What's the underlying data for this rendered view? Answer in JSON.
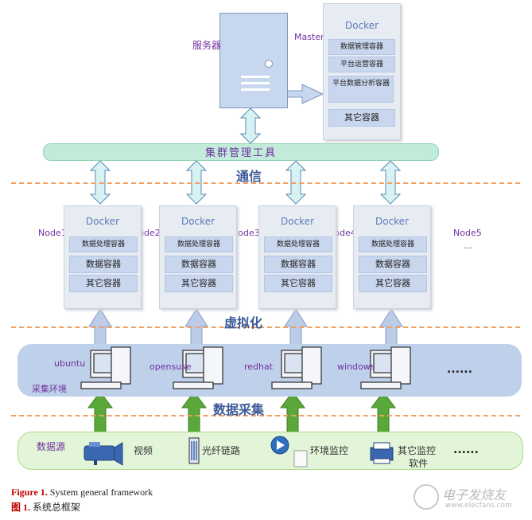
{
  "server": {
    "label": "服务器",
    "master_label": "Master"
  },
  "master": {
    "title": "Docker",
    "containers": [
      "数据管理容器",
      "平台运营容器",
      "平台数据分析容器",
      "其它容器"
    ]
  },
  "cluster_tool": {
    "label": "集群管理工具"
  },
  "layers": {
    "comm": "通信",
    "virtual": "虚拟化",
    "collect": "数据采集"
  },
  "nodes": [
    {
      "label": "Node1",
      "title": "Docker",
      "containers": [
        "数据处理容器",
        "数据容器",
        "其它容器"
      ]
    },
    {
      "label": "Node2",
      "title": "Docker",
      "containers": [
        "数据处理容器",
        "数据容器",
        "其它容器"
      ]
    },
    {
      "label": "Node3",
      "title": "Docker",
      "containers": [
        "数据处理容器",
        "数据容器",
        "其它容器"
      ]
    },
    {
      "label": "Node4",
      "title": "Docker",
      "containers": [
        "数据处理容器",
        "数据容器",
        "其它容器"
      ]
    }
  ],
  "node5": {
    "label": "Node5",
    "ellipsis": "..."
  },
  "env": {
    "label": "采集环境",
    "os": [
      "ubuntu",
      "opensuse",
      "redhat",
      "windows"
    ],
    "more": "......"
  },
  "sources": {
    "label": "数据源",
    "items": [
      "视频",
      "光纤链路",
      "环境监控",
      "其它监控",
      "软件"
    ],
    "more": "......"
  },
  "caption": {
    "en_num": "Figure 1.",
    "en_text": "System general framework",
    "zh_num": "图 1.",
    "zh_text": "系统总框架"
  },
  "watermark": {
    "text": "电子发烧友",
    "url": "www.elecfans.com"
  },
  "colors": {
    "purple": "#7030a0",
    "band_blue": "#bfd0ea",
    "green_band": "#e3f5d8",
    "dash_orange": "#f0a060",
    "arrow_green": "#5aa83a"
  }
}
